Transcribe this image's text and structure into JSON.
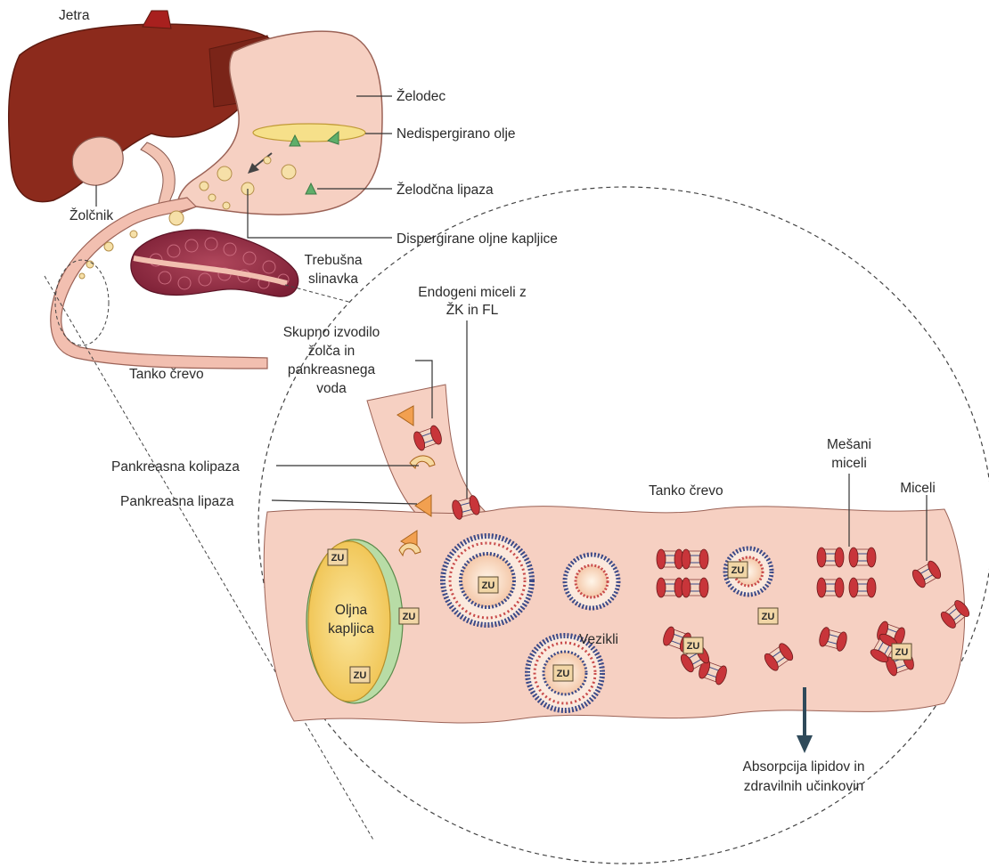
{
  "labels": {
    "liver": "Jetra",
    "stomach": "Želodec",
    "undispersed_oil": "Nedispergirano olje",
    "gastric_lipase": "Želodčna lipaza",
    "gallbladder": "Žolčnik",
    "dispersed_droplets": "Dispergirane oljne kapljice",
    "pancreas_line1": "Trebušna",
    "pancreas_line2": "slinavka",
    "endogenous_line1": "Endogeni miceli z",
    "endogenous_line2": "ŽK in FL",
    "common_duct_line1": "Skupno izvodilo",
    "common_duct_line2": "žolča in",
    "common_duct_line3": "pankreasnega",
    "common_duct_line4": "voda",
    "small_intestine": "Tanko črevo",
    "pancreatic_colipase": "Pankreasna kolipaza",
    "pancreatic_lipase": "Pankreasna lipaza",
    "small_intestine_inset": "Tanko črevo",
    "mixed_micelles_line1": "Mešani",
    "mixed_micelles_line2": "miceli",
    "micelles": "Miceli",
    "oil_droplet_line1": "Oljna",
    "oil_droplet_line2": "kapljica",
    "vesicles": "Vezikli",
    "absorption_line1": "Absorpcija lipidov in",
    "absorption_line2": "zdravilnih učinkovin",
    "drug_tag": "ZU"
  }
}
